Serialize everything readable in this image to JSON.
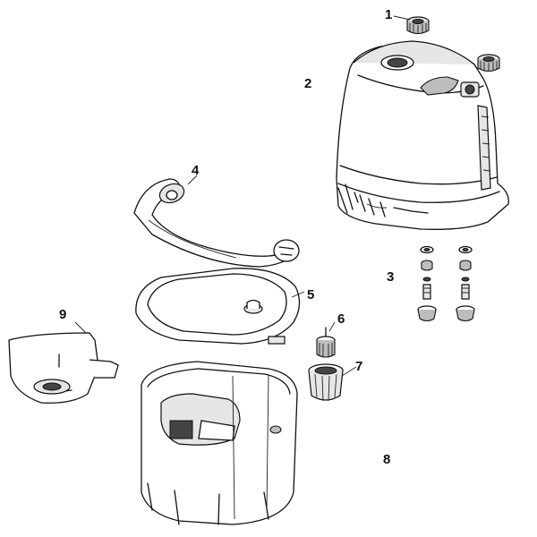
{
  "diagram": {
    "part_labels": [
      {
        "id": "1",
        "text": "1"
      },
      {
        "id": "2",
        "text": "2"
      },
      {
        "id": "3",
        "text": "3"
      },
      {
        "id": "4",
        "text": "4"
      },
      {
        "id": "5",
        "text": "5"
      },
      {
        "id": "6",
        "text": "6"
      },
      {
        "id": "7",
        "text": "7"
      },
      {
        "id": "8",
        "text": "8"
      },
      {
        "id": "9",
        "text": "9"
      }
    ]
  }
}
